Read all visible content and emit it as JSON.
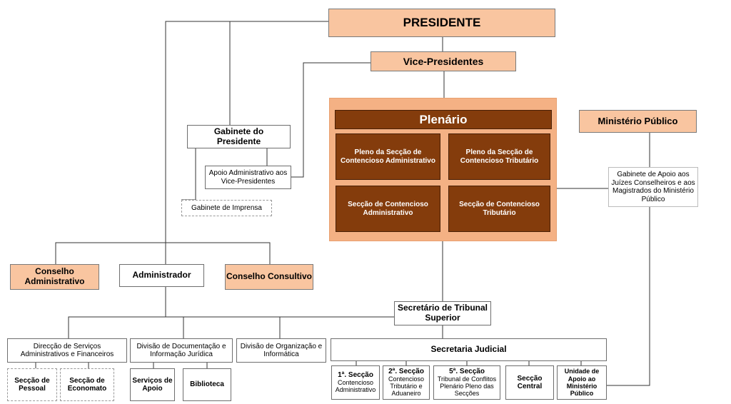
{
  "presidente": "PRESIDENTE",
  "vice_presidentes": "Vice-Presidentes",
  "gabinete_presidente": "Gabinete do Presidente",
  "apoio_vice": "Apoio Administrativo aos Vice-Presidentes",
  "gabinete_imprensa": "Gabinete de Imprensa",
  "plenario": {
    "title": "Plenário",
    "pleno_administrativo": "Pleno da Secção de Contencioso Administrativo",
    "pleno_tributario": "Pleno da Secção de Contencioso Tributário",
    "seccao_administrativo": "Secção de Contencioso Administrativo",
    "seccao_tributario": "Secção de Contencioso Tributário"
  },
  "ministerio_publico": "Ministério Público",
  "gabinete_apoio_juizes": "Gabinete de Apoio aos Juízes Conselheiros e aos Magistrados do Ministério Público",
  "conselho_administrativo": "Conselho Administrativo",
  "administrador": "Administrador",
  "conselho_consultivo": "Conselho Consultivo",
  "secretario": "Secretário de Tribunal Superior",
  "direccao_servicos": "Direcção de Serviços Administrativos e Financeiros",
  "seccao_pessoal": "Secção de Pessoal",
  "seccao_economato": "Secção de Economato",
  "divisao_documentacao": "Divisão de Documentação e Informação Jurídica",
  "servicos_apoio": "Serviços de Apoio",
  "biblioteca": "Biblioteca",
  "divisao_organizacao": "Divisão de Organização e Informática",
  "secretaria_judicial": "Secretaria Judicial",
  "seccao1": {
    "title": "1ª. Secção",
    "sub": "Contencioso Administrativo"
  },
  "seccao2": {
    "title": "2ª. Secção",
    "sub": "Contencioso Tributário e Aduaneiro"
  },
  "seccao5": {
    "title": "5ª. Secção",
    "sub": "Tribunal de Conflitos Plenário Pleno das Secções"
  },
  "seccao_central": "Secção Central",
  "unidade_apoio": "Unidade de Apoio ao Ministério Público"
}
